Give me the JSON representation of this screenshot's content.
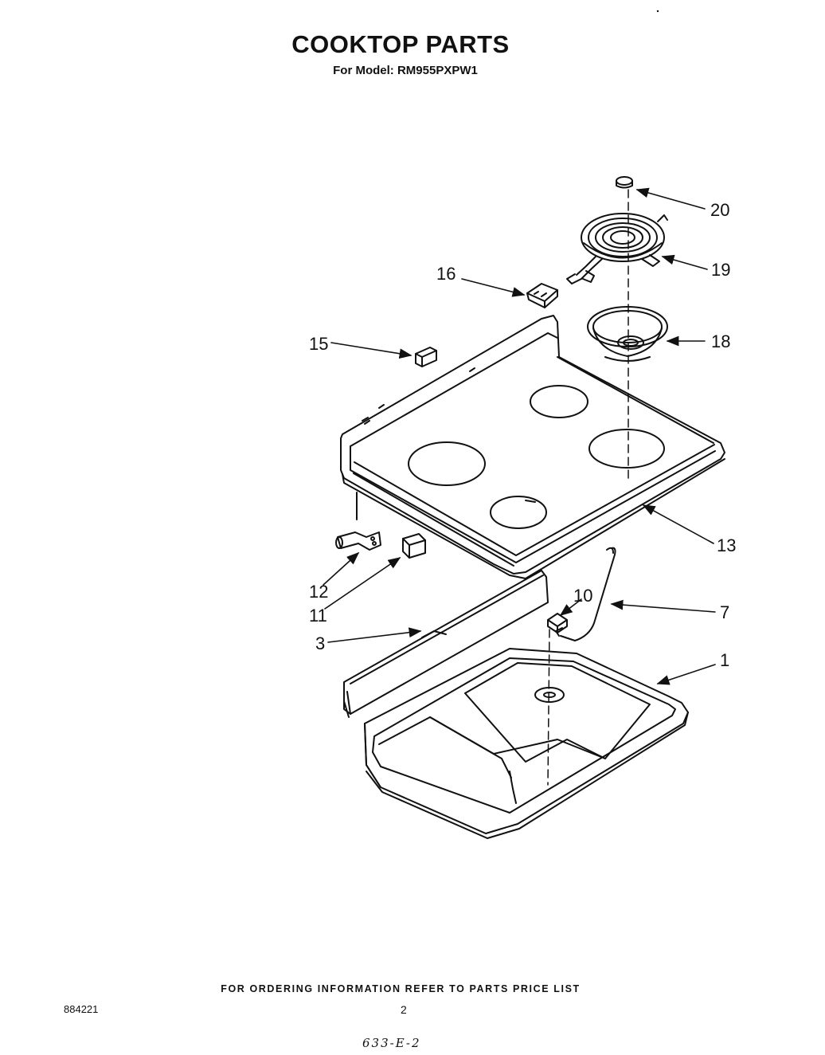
{
  "header": {
    "title": "COOKTOP PARTS",
    "model": "For Model: RM955PXPW1"
  },
  "callouts": {
    "c20": "20",
    "c19": "19",
    "c16": "16",
    "c18": "18",
    "c15": "15",
    "c13": "13",
    "c12": "12",
    "c11": "11",
    "c10": "10",
    "c7": "7",
    "c3": "3",
    "c1": "1"
  },
  "footer": {
    "ordering_note": "FOR ORDERING INFORMATION REFER TO PARTS PRICE LIST",
    "doc_number": "884221",
    "page_number": "2",
    "handwritten_code": "633-E-2"
  }
}
